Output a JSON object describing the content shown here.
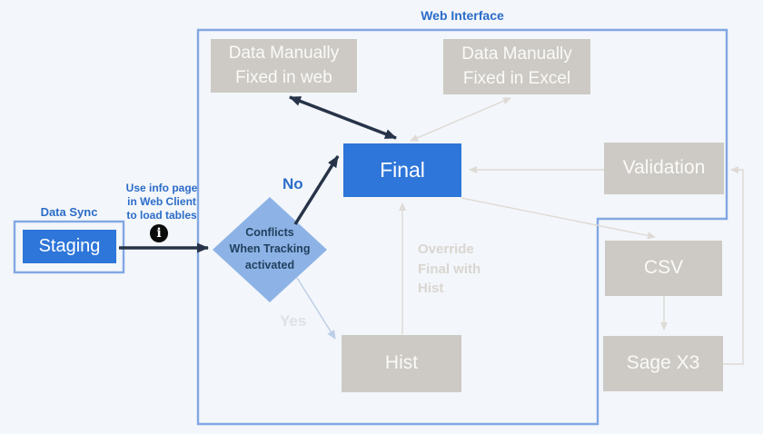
{
  "colors": {
    "bg": "#f3f6fa",
    "accent_blue": "#2e76d9",
    "box_gray": "#cdcac5",
    "box_text": "#fafaf8",
    "diamond_fill": "#8db3e6",
    "diamond_text": "#21405f",
    "container_border": "#82a7e3",
    "label_blue": "#2b6cc8",
    "dark_arrow": "#273349",
    "gray_arrow": "#dedad5",
    "light_arrow": "#bccde7",
    "faded_text": "#d9d6d1",
    "faded_label": "#dee2e8"
  },
  "containers": {
    "web": {
      "label": "Web Interface"
    },
    "data_sync": {
      "label": "Data Sync"
    }
  },
  "nodes": {
    "staging": "Staging",
    "final": "Final",
    "web_fixed": "Data Manually\nFixed in web",
    "excel_fixed": "Data Manually\nFixed in Excel",
    "validation": "Validation",
    "csv": "CSV",
    "sage_x3": "Sage X3",
    "hist": "Hist",
    "decision": "Conflicts\nWhen Tracking\nactivated"
  },
  "labels": {
    "no": "No",
    "yes": "Yes"
  },
  "notes": {
    "info": "Use info page\nin Web Client\nto load tables",
    "override": "Override\nFinal with\nHist"
  },
  "icons": {
    "info_glyph": "i"
  }
}
